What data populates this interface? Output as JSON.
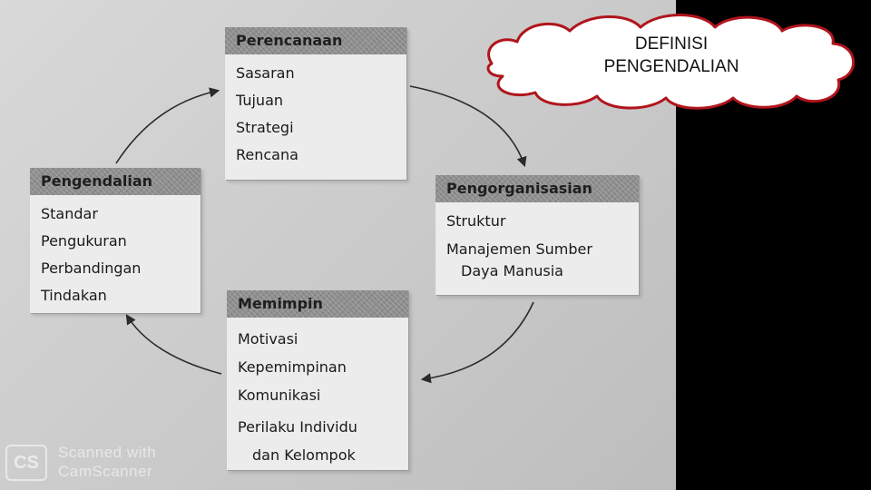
{
  "callout": {
    "line1": "DEFINISI",
    "line2": "PENGENDALIAN"
  },
  "boxes": {
    "perencanaan": {
      "title": "Perencanaan",
      "items": [
        "Sasaran",
        "Tujuan",
        "Strategi",
        "Rencana"
      ]
    },
    "pengorganisasian": {
      "title": "Pengorganisasian",
      "items": [
        "Struktur",
        "Manajemen Sumber",
        "Daya Manusia"
      ]
    },
    "memimpin": {
      "title": "Memimpin",
      "items": [
        "Motivasi",
        "Kepemimpinan",
        "Komunikasi",
        "Perilaku Individu",
        "dan Kelompok"
      ]
    },
    "pengendalian": {
      "title": "Pengendalian",
      "items": [
        "Standar",
        "Pengukuran",
        "Perbandingan",
        "Tindakan"
      ]
    }
  },
  "watermark": {
    "logo": "CS",
    "line1": "Scanned with",
    "line2": "CamScanner"
  },
  "colors": {
    "cloud_border": "#b0151c",
    "cloud_fill": "#ffffff",
    "header_fill": "#8f8f8f",
    "arrow": "#2a2a2a"
  }
}
